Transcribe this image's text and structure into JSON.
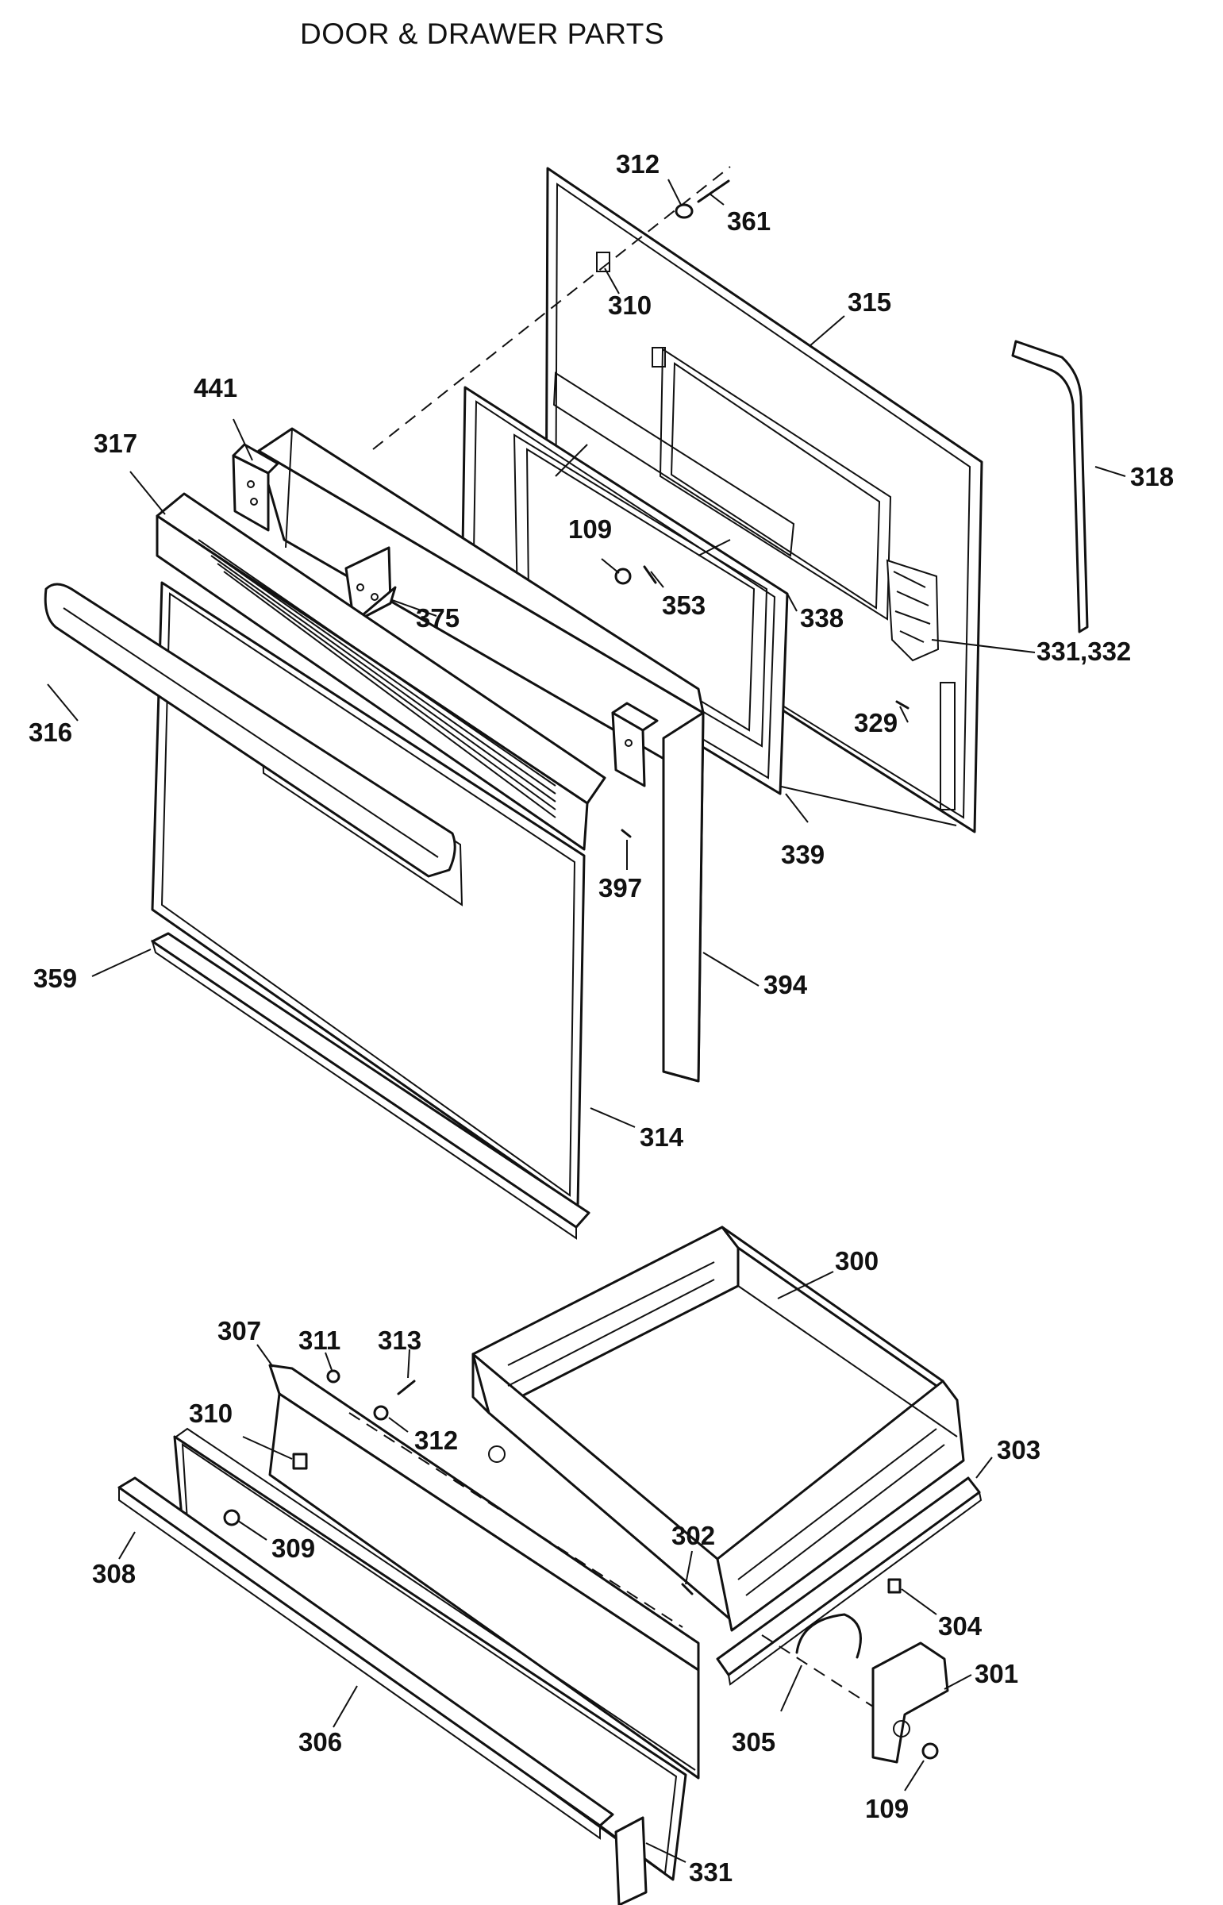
{
  "title": "DOOR & DRAWER PARTS",
  "callouts": [
    {
      "id": "c312a",
      "text": "312"
    },
    {
      "id": "c361",
      "text": "361"
    },
    {
      "id": "c310a",
      "text": "310"
    },
    {
      "id": "c315",
      "text": "315"
    },
    {
      "id": "c441",
      "text": "441"
    },
    {
      "id": "c317",
      "text": "317"
    },
    {
      "id": "c318",
      "text": "318"
    },
    {
      "id": "c109a",
      "text": "109"
    },
    {
      "id": "c353",
      "text": "353"
    },
    {
      "id": "c338",
      "text": "338"
    },
    {
      "id": "c375",
      "text": "375"
    },
    {
      "id": "c331332",
      "text": "331,332"
    },
    {
      "id": "c316",
      "text": "316"
    },
    {
      "id": "c329",
      "text": "329"
    },
    {
      "id": "c339",
      "text": "339"
    },
    {
      "id": "c397",
      "text": "397"
    },
    {
      "id": "c359",
      "text": "359"
    },
    {
      "id": "c394",
      "text": "394"
    },
    {
      "id": "c314",
      "text": "314"
    },
    {
      "id": "c300",
      "text": "300"
    },
    {
      "id": "c307",
      "text": "307"
    },
    {
      "id": "c311",
      "text": "311"
    },
    {
      "id": "c313",
      "text": "313"
    },
    {
      "id": "c312b",
      "text": "312"
    },
    {
      "id": "c310b",
      "text": "310"
    },
    {
      "id": "c303",
      "text": "303"
    },
    {
      "id": "c309",
      "text": "309"
    },
    {
      "id": "c302",
      "text": "302"
    },
    {
      "id": "c308",
      "text": "308"
    },
    {
      "id": "c304",
      "text": "304"
    },
    {
      "id": "c301",
      "text": "301"
    },
    {
      "id": "c306",
      "text": "306"
    },
    {
      "id": "c305",
      "text": "305"
    },
    {
      "id": "c109b",
      "text": "109"
    },
    {
      "id": "c331",
      "text": "331"
    }
  ]
}
